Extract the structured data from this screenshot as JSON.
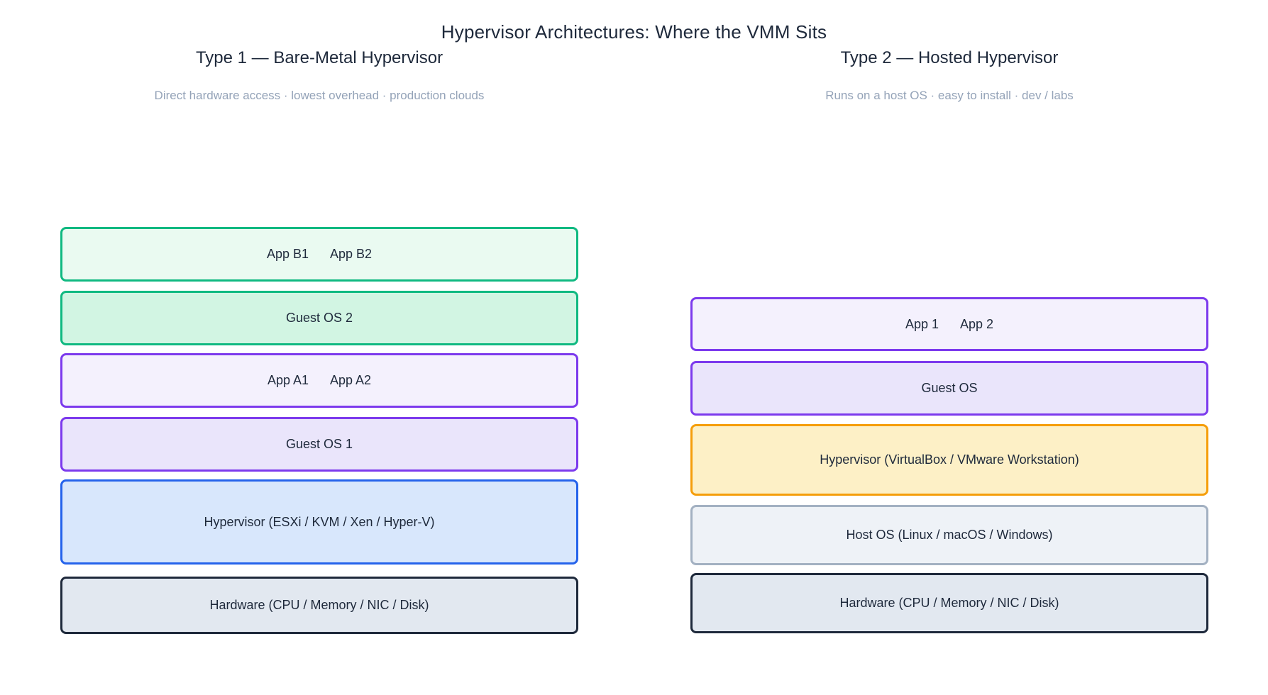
{
  "title": "Hypervisor Architectures: Where the VMM Sits",
  "colors": {
    "heading_text": "#1e293b",
    "subtitle_text": "#94a3b8",
    "label_text": "#1e293b",
    "background": "#ffffff",
    "emerald_border": "#10b981",
    "violet_border": "#7c3aed",
    "blue_border": "#2563eb",
    "amber_border": "#f59e0b",
    "slate_border": "#a3b1c2",
    "hardware_border": "#1e293b"
  },
  "columns": [
    {
      "id": "type1",
      "header": "Type 1 — Bare-Metal Hypervisor",
      "subtitle": "Direct hardware access · lowest overhead · production clouds",
      "boxes": [
        {
          "name": "type1-apps-b-layer",
          "labels": [
            "App B1",
            "App B2"
          ],
          "fill": "#eafaf1",
          "border": "#10b981",
          "height": 77,
          "gap_before": 0
        },
        {
          "name": "type1-guest-os-2-layer",
          "labels": [
            "Guest OS 2"
          ],
          "fill": "#d2f5e3",
          "border": "#10b981",
          "height": 77,
          "gap_before": 13
        },
        {
          "name": "type1-apps-a-layer",
          "labels": [
            "App A1",
            "App A2"
          ],
          "fill": "#f4f1fd",
          "border": "#7c3aed",
          "height": 77,
          "gap_before": 11
        },
        {
          "name": "type1-guest-os-1-layer",
          "labels": [
            "Guest OS 1"
          ],
          "fill": "#eae5fb",
          "border": "#7c3aed",
          "height": 77,
          "gap_before": 13
        },
        {
          "name": "type1-hypervisor-layer",
          "labels": [
            "Hypervisor (ESXi / KVM / Xen / Hyper-V)"
          ],
          "fill": "#d8e7fc",
          "border": "#2563eb",
          "height": 120,
          "gap_before": 11
        },
        {
          "name": "type1-hardware-layer",
          "labels": [
            "Hardware (CPU / Memory / NIC / Disk)"
          ],
          "fill": "#e2e8f0",
          "border": "#1e293b",
          "height": 81,
          "gap_before": 17
        }
      ]
    },
    {
      "id": "type2",
      "header": "Type 2 — Hosted Hypervisor",
      "subtitle": "Runs on a host OS · easy to install · dev / labs",
      "boxes": [
        {
          "name": "type2-apps-layer",
          "labels": [
            "App 1",
            "App 2"
          ],
          "fill": "#f4f1fd",
          "border": "#7c3aed",
          "height": 76,
          "gap_before": 0
        },
        {
          "name": "type2-guest-os-layer",
          "labels": [
            "Guest OS"
          ],
          "fill": "#eae5fb",
          "border": "#7c3aed",
          "height": 77,
          "gap_before": 14
        },
        {
          "name": "type2-hypervisor-layer",
          "labels": [
            "Hypervisor (VirtualBox / VMware Workstation)"
          ],
          "fill": "#fdf0c6",
          "border": "#f59e0b",
          "height": 101,
          "gap_before": 12
        },
        {
          "name": "type2-host-os-layer",
          "labels": [
            "Host OS (Linux / macOS / Windows)"
          ],
          "fill": "#eef2f7",
          "border": "#a3b1c2",
          "height": 85,
          "gap_before": 13
        },
        {
          "name": "type2-hardware-layer",
          "labels": [
            "Hardware (CPU / Memory / NIC / Disk)"
          ],
          "fill": "#e2e8f0",
          "border": "#1e293b",
          "height": 85,
          "gap_before": 11
        }
      ]
    }
  ]
}
